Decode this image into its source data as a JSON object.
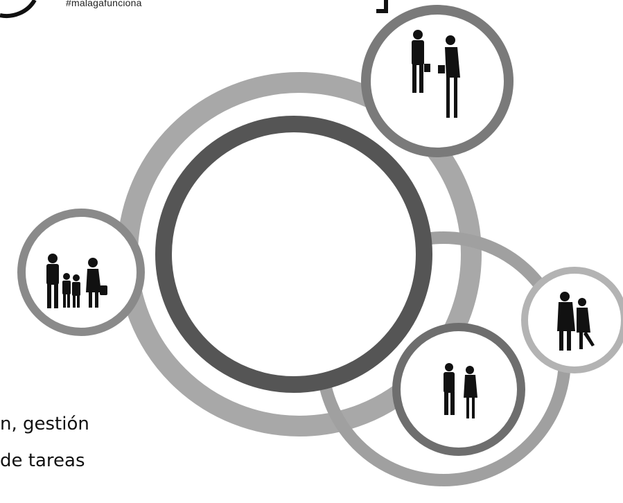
{
  "header": {
    "hashtag": "#malagafunciona"
  },
  "text": {
    "line1": "n, gestión",
    "line2": "de tareas"
  },
  "colors": {
    "outer_ring": "#a8a8a8",
    "inner_ring": "#555555",
    "node_ring": "#7a7a7a",
    "node_ring_light": "#9a9a9a",
    "silhouette": "#111111"
  },
  "nodes": [
    {
      "icon": "business-people-icon"
    },
    {
      "icon": "family-icon"
    },
    {
      "icon": "elderly-care-icon"
    },
    {
      "icon": "professionals-icon"
    }
  ]
}
